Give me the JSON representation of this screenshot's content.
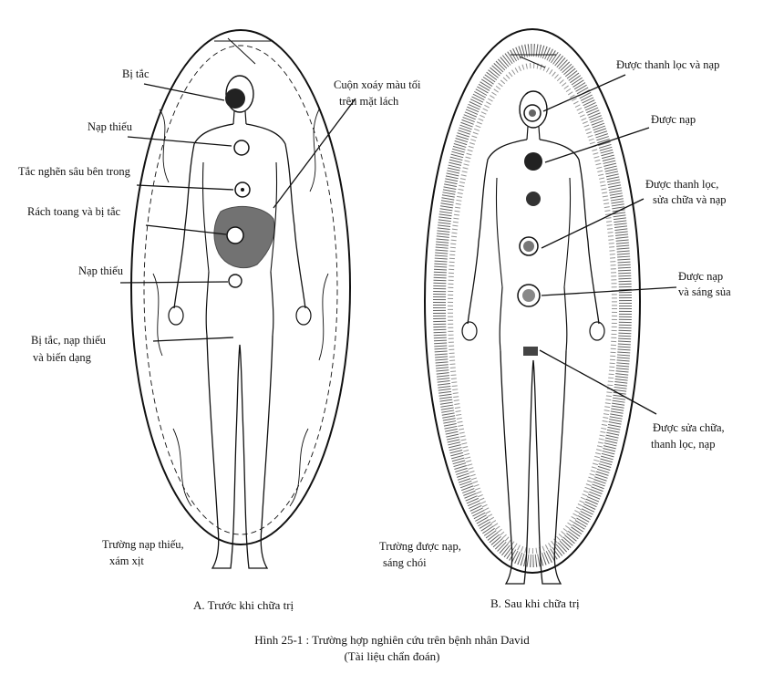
{
  "figure_a": {
    "labels": [
      "Bị tắc",
      "Nạp thiếu",
      "Tắc nghẽn sâu bên trong",
      "Rách toang và bị tắc",
      "Nạp thiếu",
      "Bị tắc, nạp thiếu",
      "và biến dạng",
      "Cuộn xoáy màu tối",
      "trên mặt lách"
    ],
    "field_label_1": "Trường nạp thiếu,",
    "field_label_2": "xám xịt",
    "subtitle": "A. Trước khi chữa trị"
  },
  "figure_b": {
    "labels": [
      "Được thanh lọc và nạp",
      "Được nạp",
      "Được thanh lọc,",
      "sửa chữa và nạp",
      "Được nạp",
      "và sáng sủa",
      "Được sửa chữa,",
      "thanh lọc, nạp"
    ],
    "field_label_1": "Trường được nạp,",
    "field_label_2": "sáng chói",
    "subtitle": "B. Sau khi chữa trị"
  },
  "caption": {
    "line1": "Hình 25-1 : Trường hợp nghiên cứu trên bệnh nhân David",
    "line2": "(Tài liệu chẩn đoán)"
  },
  "colors": {
    "ink": "#111111",
    "background": "#ffffff"
  }
}
